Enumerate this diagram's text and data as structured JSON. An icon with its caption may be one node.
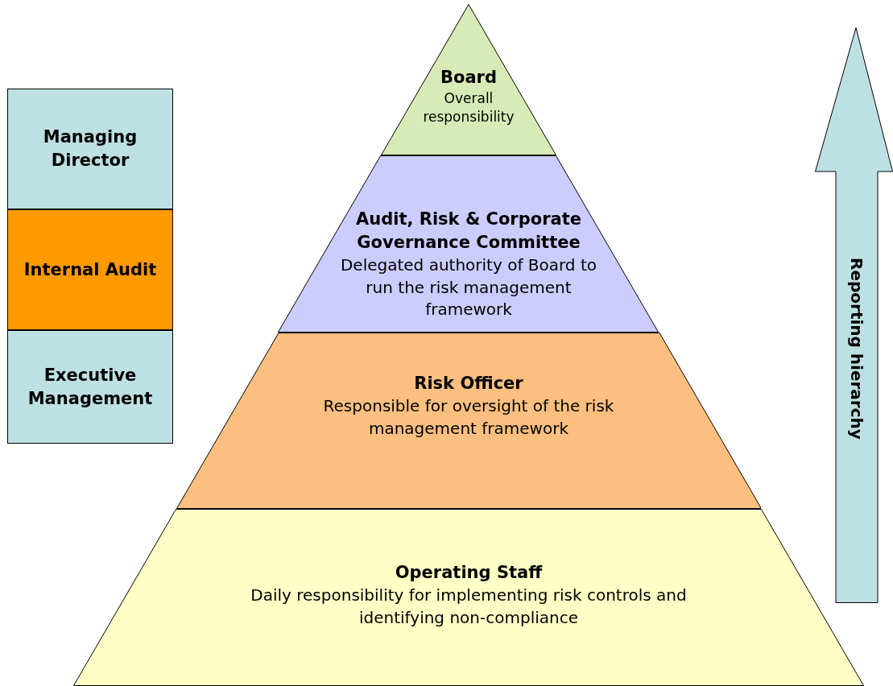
{
  "diagram": {
    "nodes": [
      {
        "text": [
          "Board",
          "Overall responsibility"
        ]
      },
      {
        "text": [
          "Audit, Risk & Corporate Governance Committee",
          "Delegated authority of Board to run the risk management framework"
        ]
      },
      {
        "text": [
          "Risk Officer",
          "Responsible for oversight of the risk management framework"
        ]
      },
      {
        "text": [
          "Operating Staff",
          "Daily responsibility for implementing risk controls and identifying non-compliance"
        ]
      },
      {
        "text": [
          "Managing Director"
        ]
      },
      {
        "text": [
          "Internal Audit"
        ]
      },
      {
        "text": [
          "Executive Management"
        ]
      },
      {
        "text": [
          "Reporting hierarchy"
        ]
      }
    ]
  }
}
